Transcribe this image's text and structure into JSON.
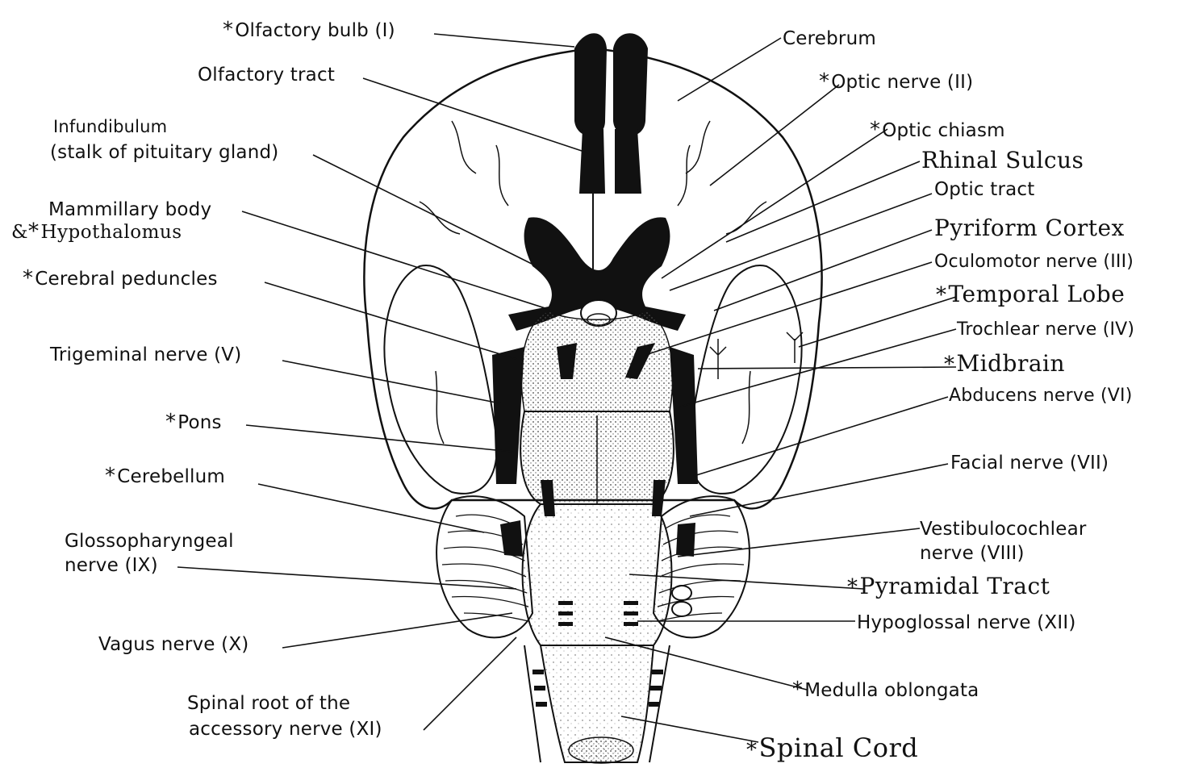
{
  "labels_left": {
    "olfactory_bulb": "Olfactory bulb (I)",
    "olfactory_tract": "Olfactory tract",
    "infundibulum_1": "Infundibulum",
    "infundibulum_2": "(stalk of pituitary gland)",
    "mammillary_1": "Mammillary body",
    "mammillary_2": "Hypothalomus",
    "mammillary_prefix": "&",
    "cerebral_peduncles": "Cerebral peduncles",
    "trigeminal": "Trigeminal nerve (V)",
    "pons": "Pons",
    "cerebellum": "Cerebellum",
    "glosso_1": "Glossopharyngeal",
    "glosso_2": "nerve (IX)",
    "vagus": "Vagus nerve (X)",
    "spinal_root_1": "Spinal root of the",
    "spinal_root_2": "accessory nerve (XI)"
  },
  "labels_right": {
    "cerebrum": "Cerebrum",
    "optic_nerve": "Optic nerve (II)",
    "optic_chiasm": "Optic chiasm",
    "rhinal_sulcus": "Rhinal Sulcus",
    "optic_tract": "Optic tract",
    "pyriform_cortex": "Pyriform Cortex",
    "oculomotor": "Oculomotor nerve (III)",
    "temporal_lobe": "Temporal Lobe",
    "trochlear": "Trochlear nerve (IV)",
    "midbrain": "Midbrain",
    "abducens": "Abducens nerve (VI)",
    "facial": "Facial nerve (VII)",
    "vestibulo_1": "Vestibulocochlear",
    "vestibulo_2": "nerve (VIII)",
    "pyramidal_tract": "Pyramidal Tract",
    "hypoglossal": "Hypoglossal nerve (XII)",
    "medulla": "Medulla oblongata",
    "spinal_cord": "Spinal Cord"
  },
  "marker": "*",
  "colors": {
    "ink": "#111111",
    "paper": "#ffffff",
    "stipple": "#555555"
  }
}
